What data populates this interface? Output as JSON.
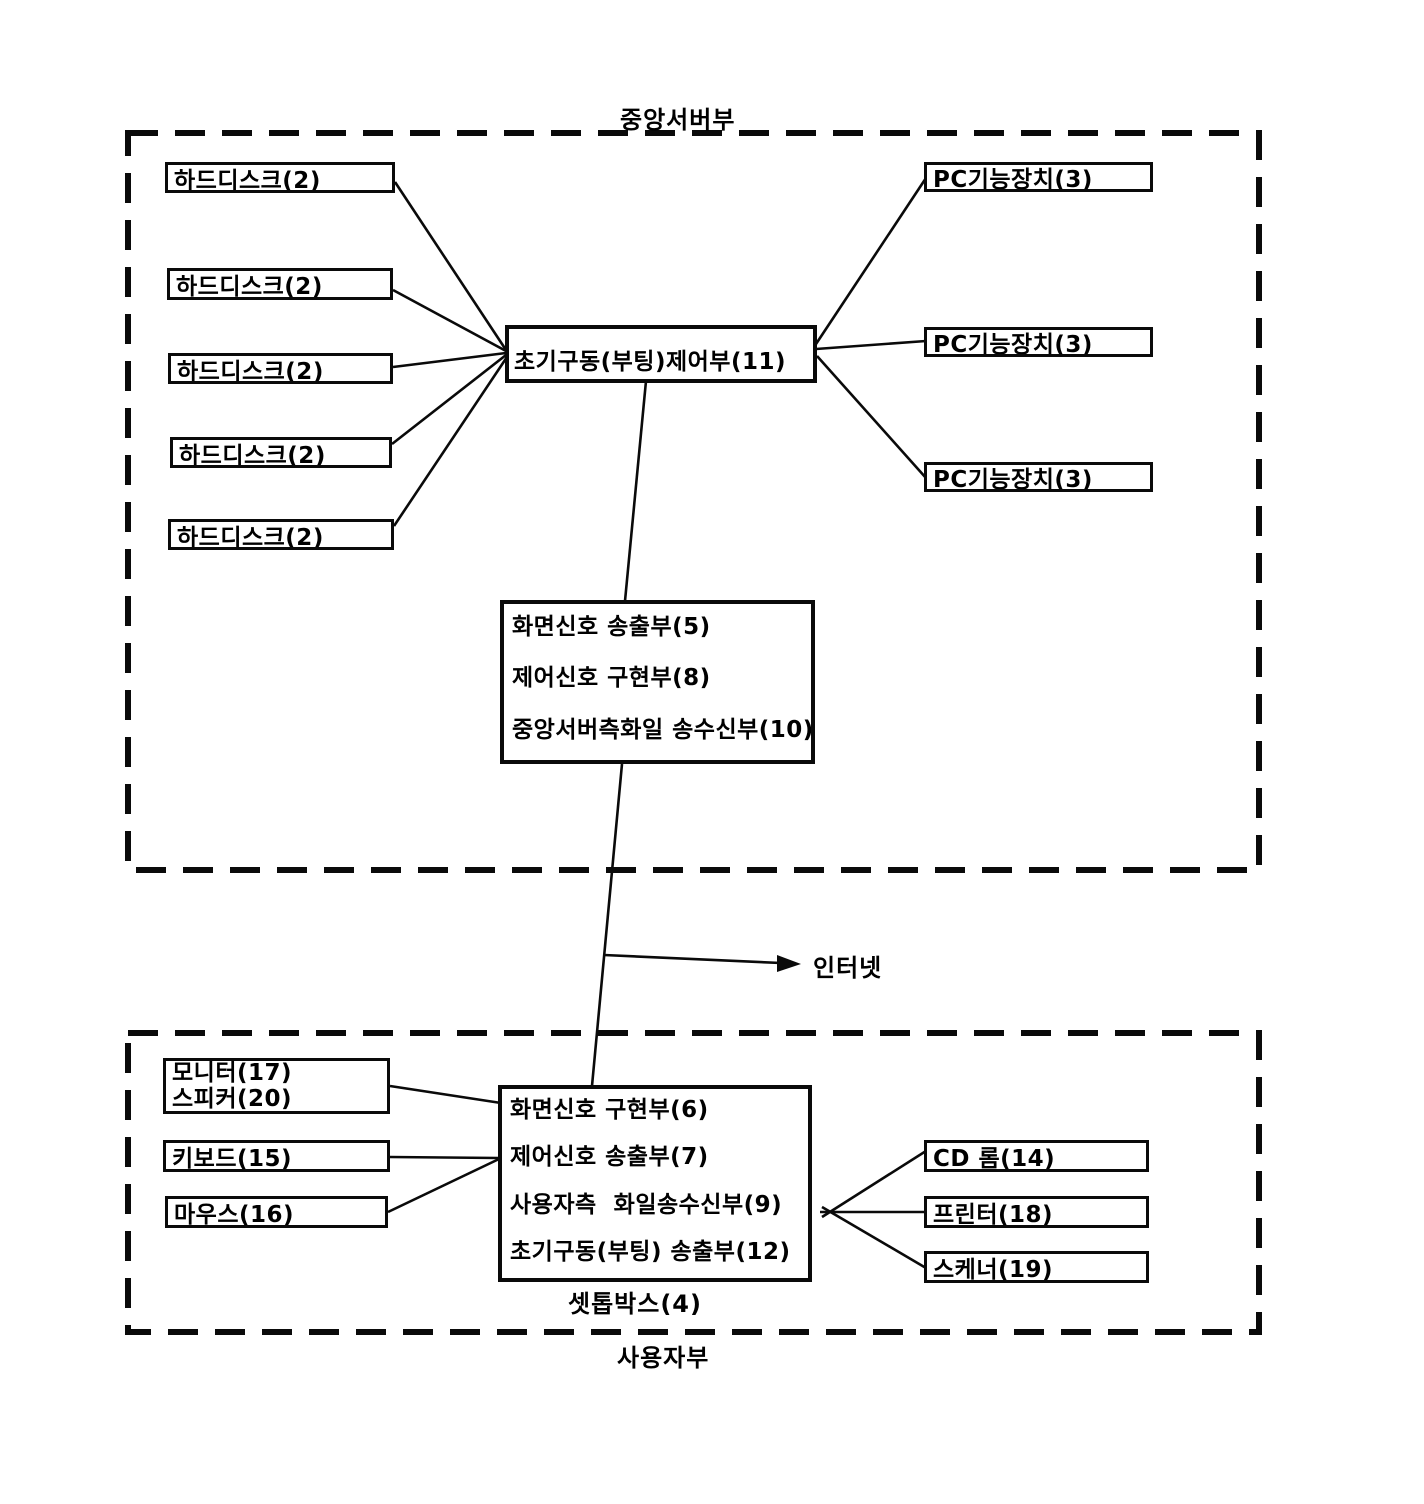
{
  "colors": {
    "ink": "#0a0a0a",
    "paper": "#ffffff"
  },
  "diagram": {
    "server_section": {
      "label": "중앙서버부",
      "hard_disks": [
        "하드디스크(2)",
        "하드디스크(2)",
        "하드디스크(2)",
        "하드디스크(2)",
        "하드디스크(2)"
      ],
      "boot_control_label": "초기구동(부팅)제어부(11)",
      "pc_devices": [
        "PC기능장치(3)",
        "PC기능장치(3)",
        "PC기능장치(3)"
      ],
      "signal_unit": {
        "line1": "화면신호 송출부(5)",
        "line2": "제어신호 구현부(8)",
        "line3": "중앙서버측화일 송수신부(10)"
      }
    },
    "internet_label": "인터넷",
    "user_section": {
      "label": "사용자부",
      "monitor_speaker": {
        "line1": "모니터(17)",
        "line2": "스피커(20)"
      },
      "keyboard_label": "키보드(15)",
      "mouse_label": "마우스(16)",
      "settop_box": {
        "line1": "화면신호 구현부(6)",
        "line2": "제어신호 송출부(7)",
        "line3": "사용자측  화일송수신부(9)",
        "line4": "초기구동(부팅) 송출부(12)",
        "caption": "셋톱박스(4)"
      },
      "cdrom_label": "CD 롬(14)",
      "printer_label": "프린터(18)",
      "scanner_label": "스케너(19)"
    }
  }
}
